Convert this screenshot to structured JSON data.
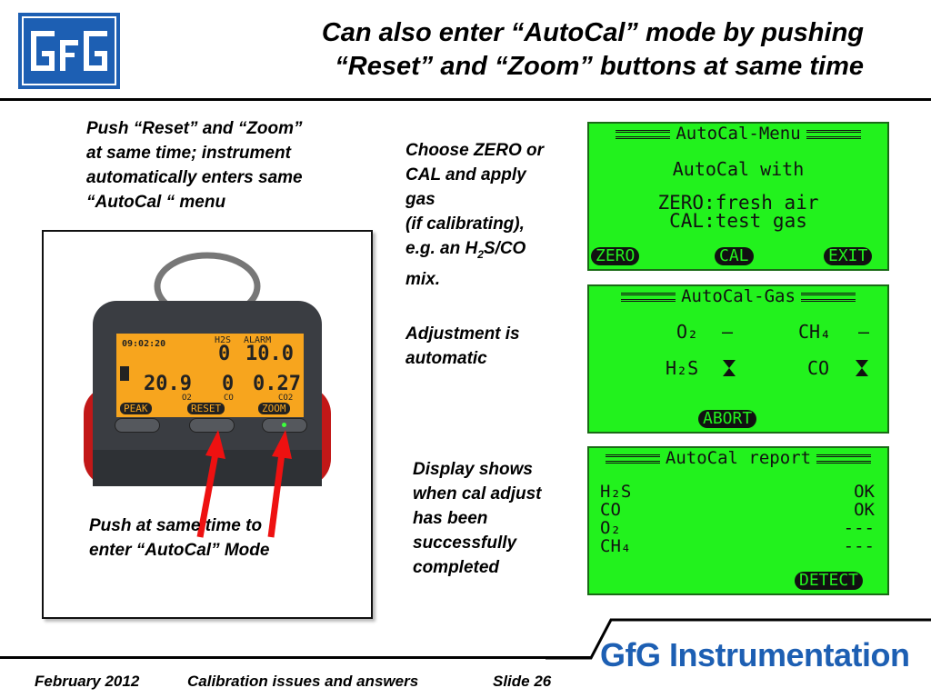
{
  "logo": {
    "text": "GfG"
  },
  "title": {
    "line1": "Can also enter “AutoCal” mode by pushing",
    "line2": "“Reset” and “Zoom” buttons at same time"
  },
  "instructions": {
    "push_text": [
      "Push “Reset” and “Zoom”",
      "at same time; instrument",
      "automatically enters same",
      "“AutoCal “ menu"
    ],
    "choose_text": [
      "Choose ZERO or",
      "CAL and apply",
      "gas",
      "(if calibrating),"
    ],
    "choose_eg_pre": "e.g. an H",
    "choose_eg_sub": "2",
    "choose_eg_post": "S/CO",
    "choose_last": "mix.",
    "adjust_text": [
      "Adjustment is",
      "automatic"
    ],
    "display_text": [
      "Display shows",
      "when cal adjust",
      "has been",
      "successfully",
      "completed"
    ],
    "photo_caption": [
      "Push at same time to",
      "enter “AutoCal” Mode"
    ]
  },
  "device": {
    "time": "09:02:20",
    "gas_label": "H2S",
    "alarm_label": "ALARM",
    "reading_a": "0",
    "reading_b": "10.0",
    "o2": "20.9",
    "co": "0",
    "co2": "0.27",
    "o2_label": "O2",
    "co_label": "CO",
    "co2_label": "CO2",
    "btn_peak": "PEAK",
    "btn_reset": "RESET",
    "btn_zoom": "ZOOM"
  },
  "screen1": {
    "title": "AutoCal-Menu",
    "line1": "AutoCal with",
    "line2": "ZERO:fresh air",
    "line3": "CAL:test gas",
    "key_zero": "ZERO",
    "key_cal": "CAL",
    "key_exit": "EXIT"
  },
  "screen2": {
    "title": "AutoCal-Gas",
    "o2": "O₂",
    "o2_val": "–",
    "ch4": "CH₄",
    "ch4_val": "–",
    "h2s": "H₂S",
    "co": "CO",
    "key_abort": "ABORT"
  },
  "screen3": {
    "title": "AutoCal report",
    "rows": [
      {
        "gas": "H₂S",
        "status": "OK"
      },
      {
        "gas": "CO",
        "status": "OK"
      },
      {
        "gas": "O₂",
        "status": "---"
      },
      {
        "gas": "CH₄",
        "status": "---"
      }
    ],
    "key_detect": "DETECT"
  },
  "footer": {
    "date": "February  2012",
    "subject": "Calibration  issues and answers",
    "slide": "Slide 26",
    "brand": "GfG Instrumentation"
  },
  "colors": {
    "lcd_green": "#22f21d",
    "brand_blue": "#1d5fb3",
    "arrow_red": "#ee1111"
  }
}
